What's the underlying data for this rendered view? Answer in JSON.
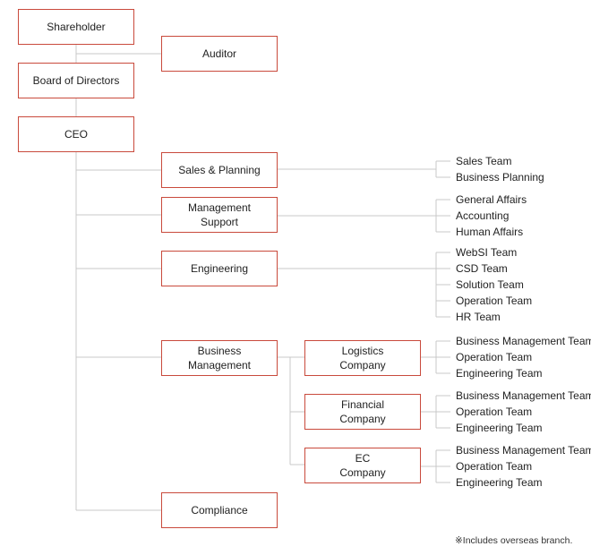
{
  "chart": {
    "shareholder": "Shareholder",
    "auditor": "Auditor",
    "board": "Board of Directors",
    "ceo": "CEO",
    "divisions": {
      "sales_planning": {
        "label": "Sales & Planning",
        "teams": [
          "Sales Team",
          "Business Planning"
        ]
      },
      "management_support": {
        "label": "Management\nSupport",
        "teams": [
          "General Affairs",
          "Accounting",
          "Human Affairs"
        ]
      },
      "engineering": {
        "label": "Engineering",
        "teams": [
          "WebSI Team",
          "CSD Team",
          "Solution Team",
          "Operation Team",
          "HR Team"
        ]
      },
      "business_management": {
        "label": "Business\nManagement",
        "companies": {
          "logistics": {
            "label": "Logistics\nCompany",
            "teams": [
              "Business Management Team",
              "Operation Team",
              "Engineering Team"
            ]
          },
          "financial": {
            "label": "Financial\nCompany",
            "teams": [
              "Business Management Team",
              "Operation Team",
              "Engineering Team"
            ]
          },
          "ec": {
            "label": "EC\nCompany",
            "teams": [
              "Business Management Team",
              "Operation Team",
              "Engineering Team"
            ]
          }
        }
      },
      "compliance": {
        "label": "Compliance"
      }
    },
    "footnote": "※Includes overseas branch.",
    "colors": {
      "box_border": "#c94a3c",
      "connector": "#c8c8c8"
    }
  }
}
